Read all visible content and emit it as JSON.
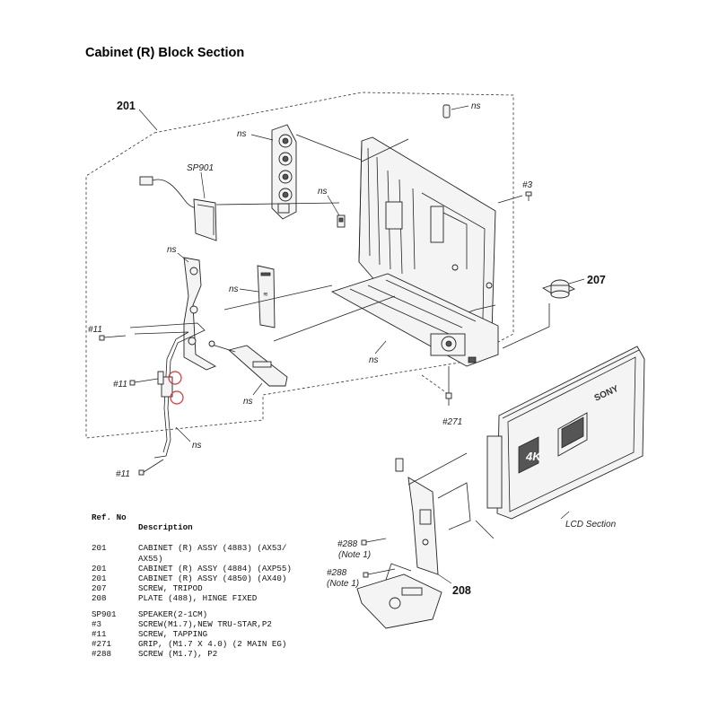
{
  "title": "Cabinet (R) Block Section",
  "labels": {
    "ref_201": "201",
    "ref_207": "207",
    "ref_208": "208",
    "sp901": "SP901",
    "ns": "ns",
    "screw_3": "#3",
    "screw_11": "#11",
    "screw_271": "#271",
    "screw_288": "#288",
    "note_1": "(Note 1)",
    "lcd_section": "LCD Section",
    "brand": "SONY",
    "badge_4k": "4K"
  },
  "table": {
    "header_ref": "Ref. No",
    "header_desc": "Description",
    "group1": [
      {
        "ref": "201",
        "desc": "CABINET (R) ASSY (4883) (AX53/"
      },
      {
        "ref": "",
        "desc": "AX55)"
      },
      {
        "ref": "201",
        "desc": "CABINET (R) ASSY (4884) (AXP55)"
      },
      {
        "ref": "201",
        "desc": "CABINET (R) ASSY (4850) (AX40)"
      },
      {
        "ref": "207",
        "desc": "SCREW, TRIPOD"
      },
      {
        "ref": "208",
        "desc": "PLATE (488), HINGE FIXED"
      }
    ],
    "group2": [
      {
        "ref": "SP901",
        "desc": "SPEAKER(2-1CM)"
      },
      {
        "ref": "#3",
        "desc": "SCREW(M1.7),NEW TRU-STAR,P2"
      },
      {
        "ref": "#11",
        "desc": "SCREW, TAPPING"
      },
      {
        "ref": "#271",
        "desc": "GRIP, (M1.7 X 4.0) (2 MAIN EG)"
      },
      {
        "ref": "#288",
        "desc": "SCREW (M1.7), P2"
      }
    ]
  }
}
